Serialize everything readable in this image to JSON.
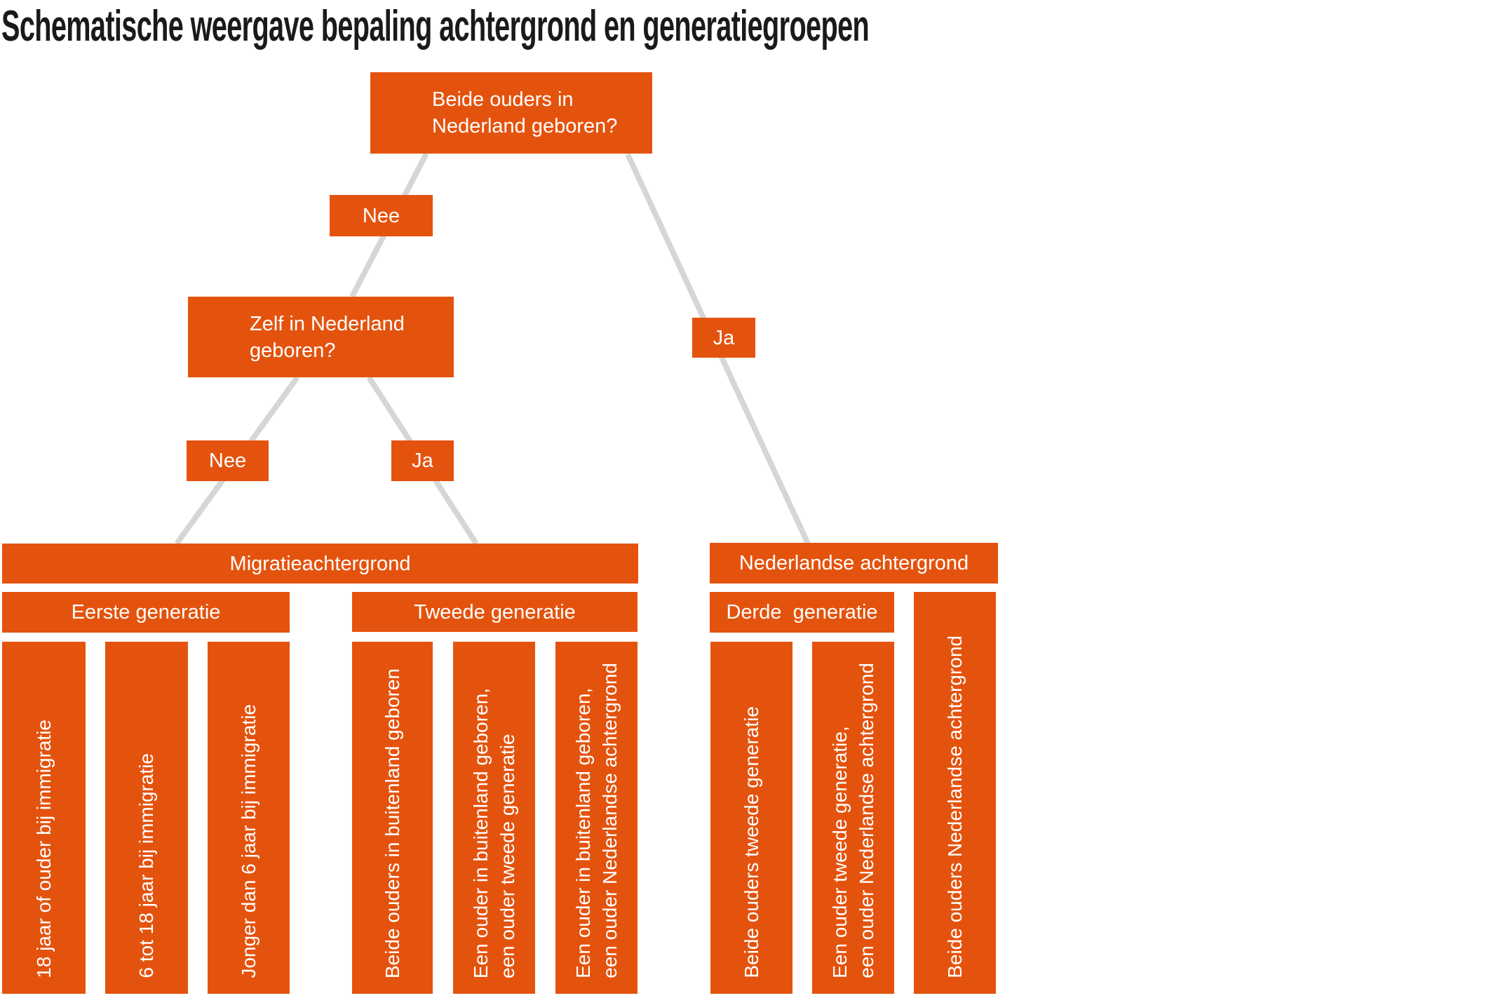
{
  "title": "Schematische weergave bepaling achtergrond en generatiegroepen",
  "colors": {
    "box_orange": "#E4530E",
    "connector_gray": "#D6D6D6",
    "title_text": "#1A1A1A",
    "box_text": "#FFFFFF"
  },
  "decision_tree": {
    "q1": {
      "label": "Beide ouders in\nNederland geboren?",
      "no": "Nee",
      "yes": "Ja"
    },
    "q2": {
      "label": "Zelf in Nederland\ngeboren?",
      "no": "Nee",
      "yes": "Ja"
    }
  },
  "backgrounds": {
    "migratie": "Migratieachtergrond",
    "nederlands": "Nederlandse achtergrond"
  },
  "generations": {
    "eerste": {
      "label": "Eerste generatie",
      "categories": [
        "18 jaar of ouder bij immigratie",
        "6 tot 18 jaar bij immigratie",
        "Jonger dan 6 jaar bij immigratie"
      ]
    },
    "tweede": {
      "label": "Tweede generatie",
      "categories": [
        "Beide ouders in buitenland geboren",
        "Een ouder in buitenland geboren,\neen ouder tweede generatie",
        "Een ouder in buitenland geboren,\neen ouder Nederlandse achtergrond"
      ]
    },
    "derde": {
      "label": "Derde  generatie",
      "categories": [
        "Beide ouders tweede generatie",
        "Een ouder tweede generatie,\neen ouder Nederlandse achtergrond"
      ]
    },
    "nederlands_category": "Beide ouders Nederlandse achtergrond"
  }
}
